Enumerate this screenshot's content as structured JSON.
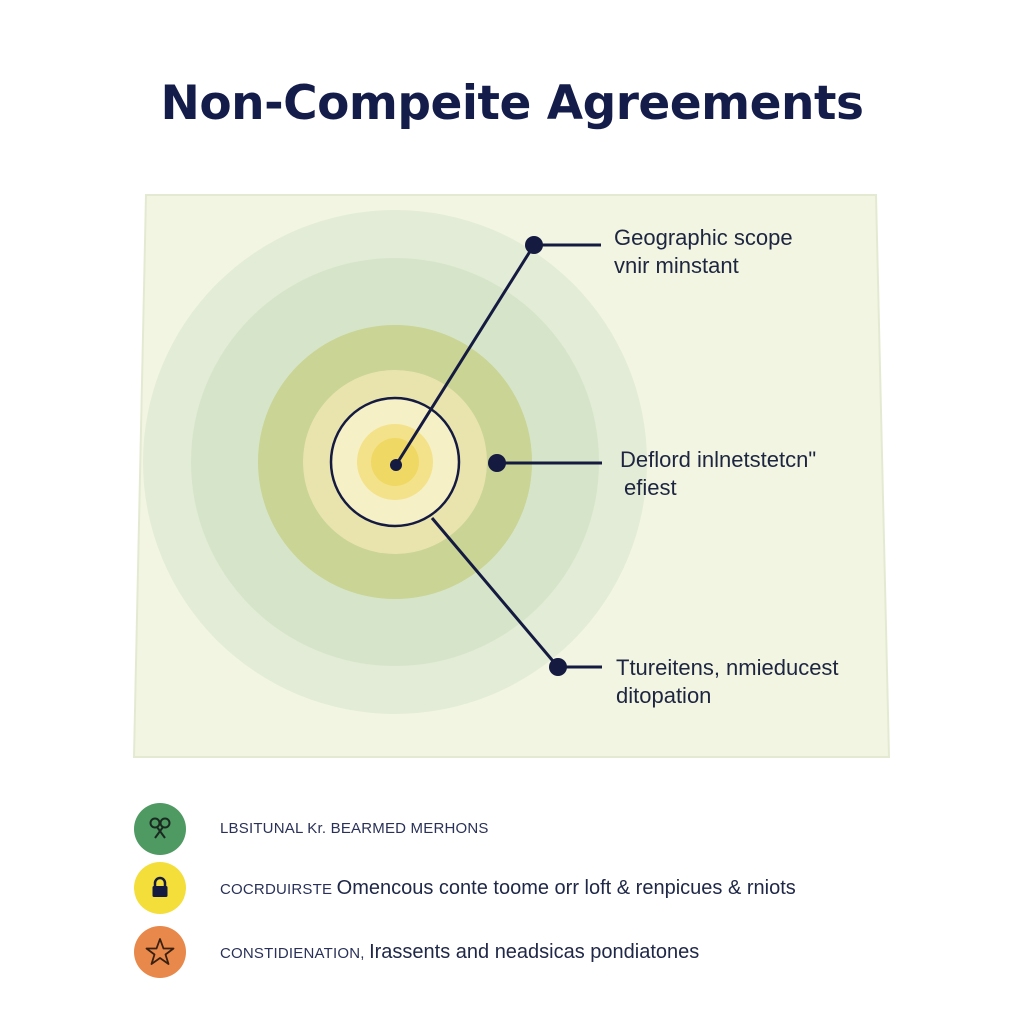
{
  "title": "Non-Compeite Agreements",
  "callouts": [
    {
      "line1": "Geographic scope",
      "line2": "vnir minstant"
    },
    {
      "line1": "Deflord inlnetstetcn\"",
      "line2": "efiest"
    },
    {
      "line1": "Ttureitens, nmieducest",
      "line2": "ditopation"
    }
  ],
  "legend": [
    {
      "icon": "scissors-icon",
      "color": "#4e9a62",
      "key": "LBSITUNAL Kr. BEARMED MERHONS",
      "desc": ""
    },
    {
      "icon": "lock-icon",
      "color": "#f4de3a",
      "key": "COCRDUIRSTE",
      "desc": "Omencous conte toome orr loft & renpicues & rniots"
    },
    {
      "icon": "star-icon",
      "color": "#e8884a",
      "key": "CONSTIDIENATION,",
      "desc": "Irassents and neadsicas pondiatones"
    }
  ],
  "colors": {
    "title": "#141c4a",
    "panel": "#f1f5e2",
    "ring_outer": "#dfe9d2",
    "ring_mid": "#d3e2c4",
    "ring_inner": "#c8d393",
    "core": "#f2e9a2",
    "center": "#f1dc72",
    "connector": "#141a40"
  }
}
